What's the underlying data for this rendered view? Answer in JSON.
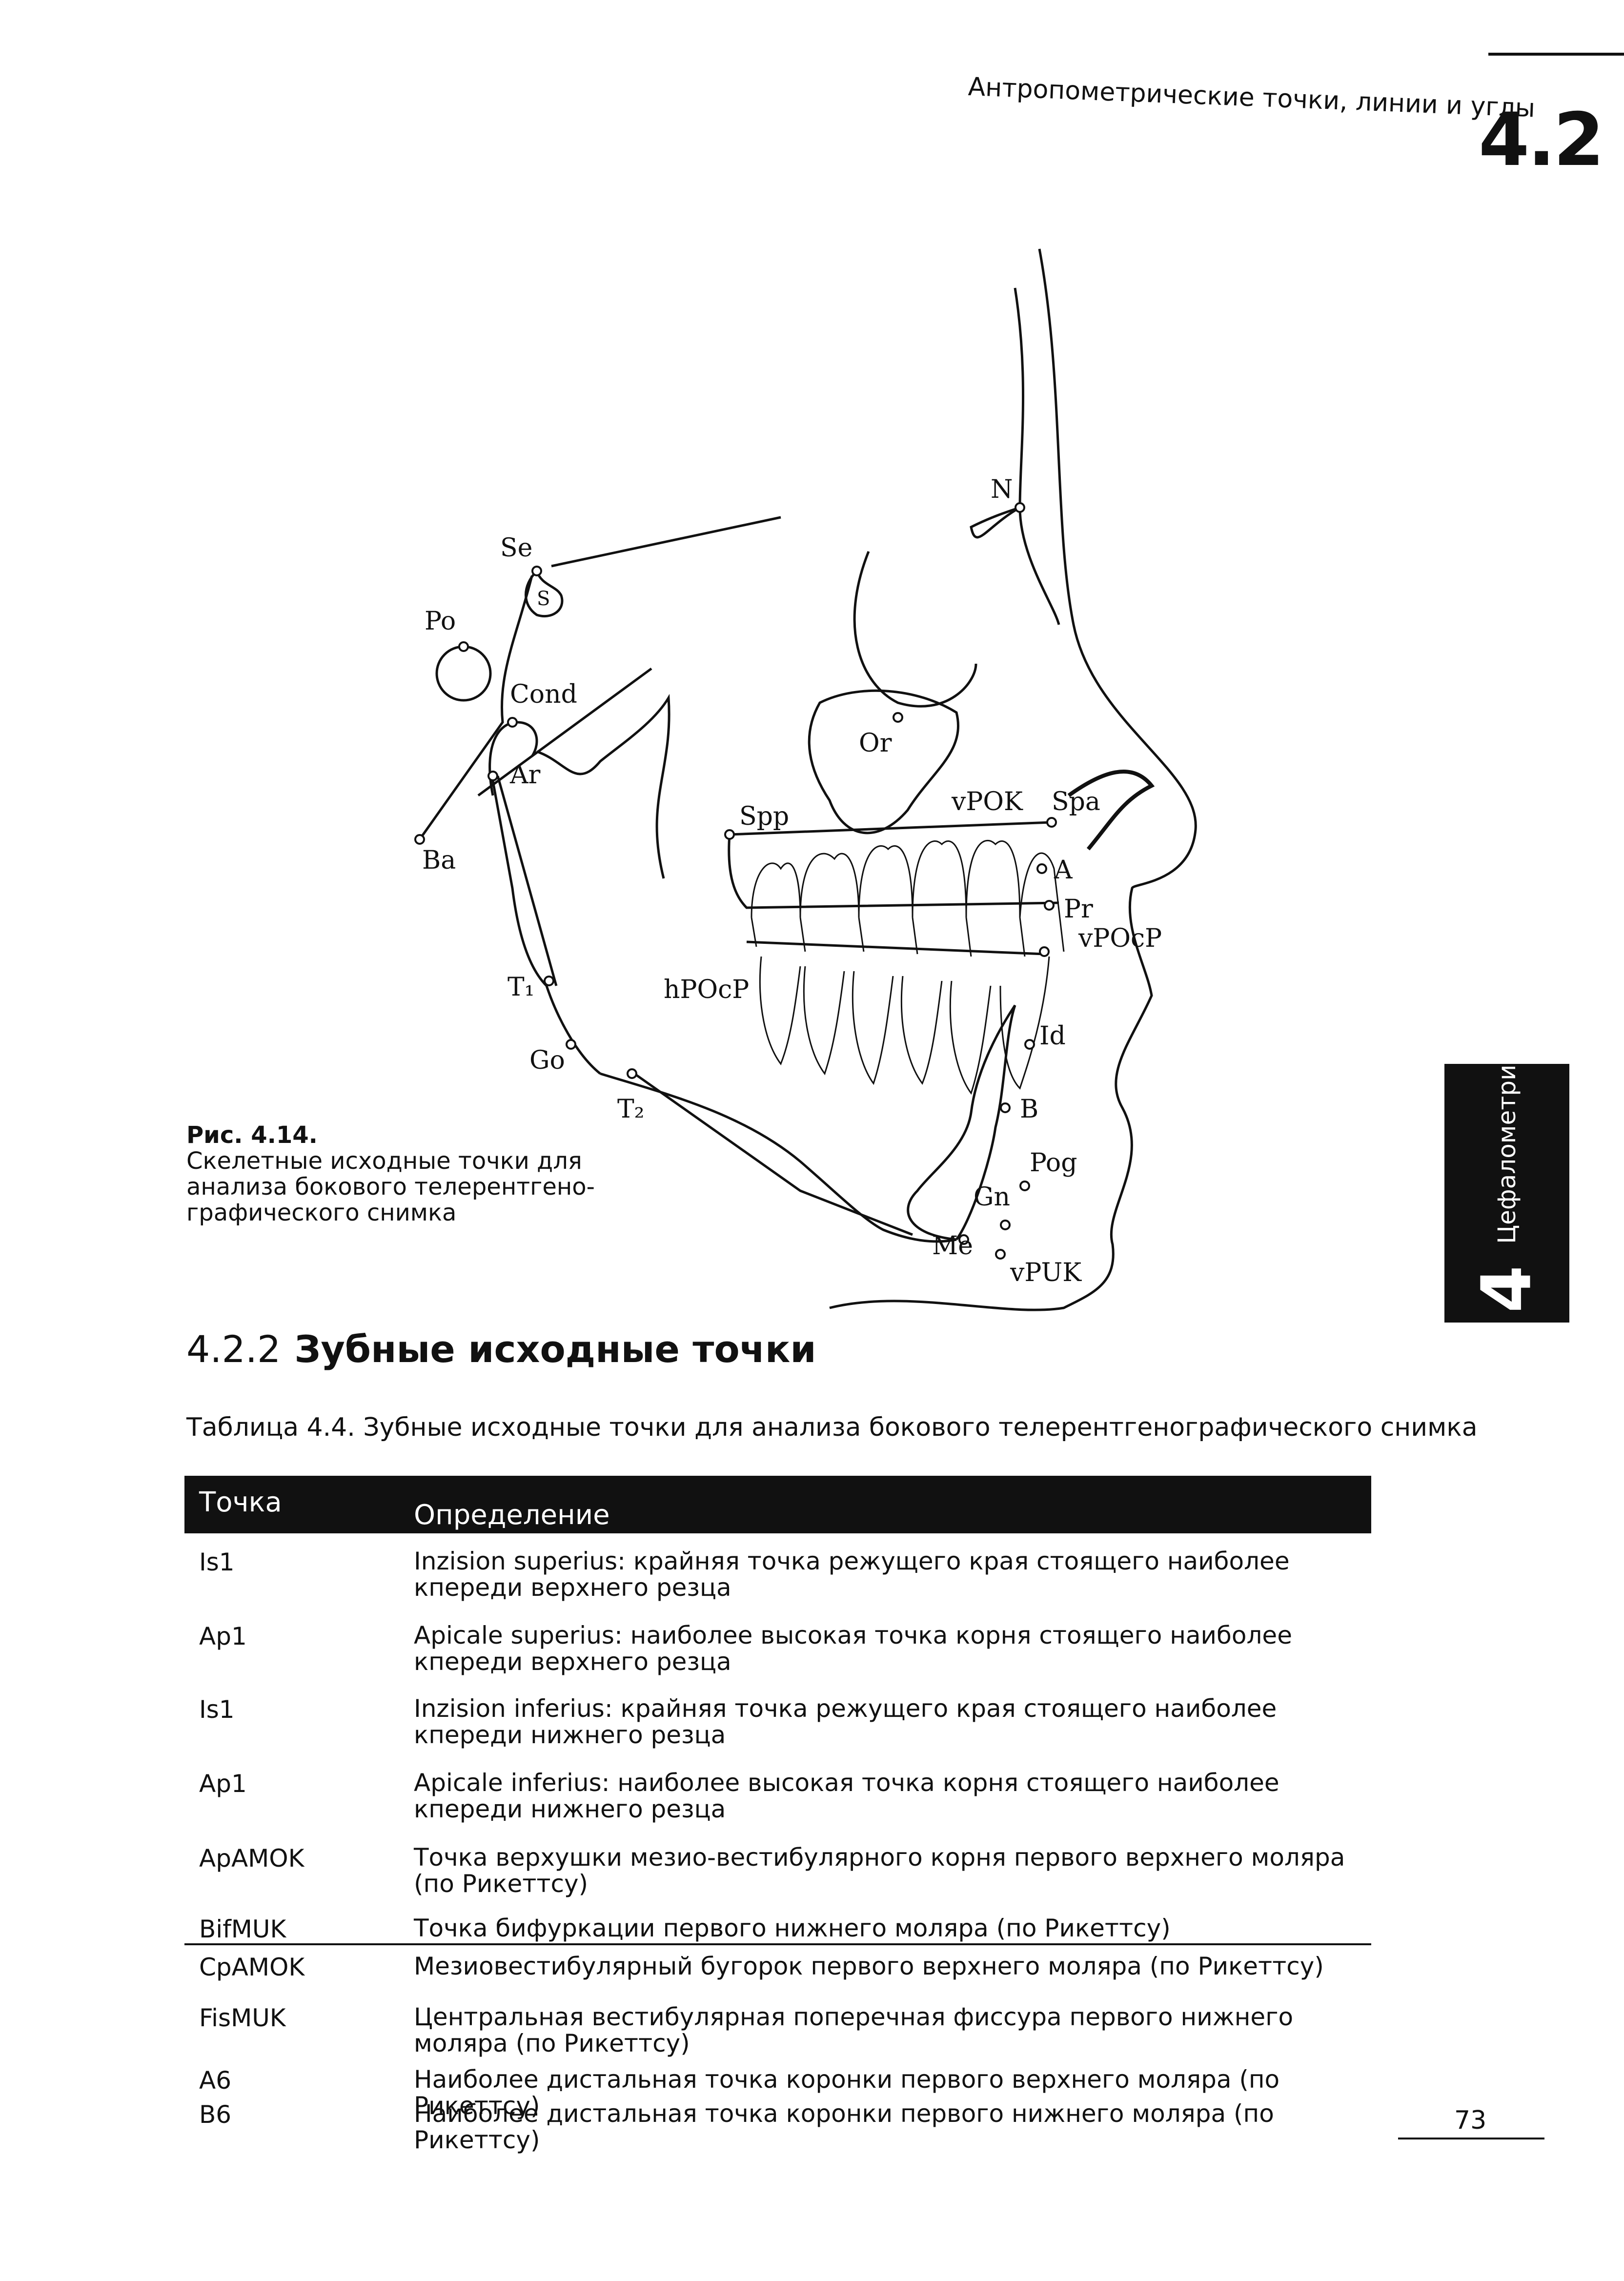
{
  "header": {
    "running_title": "Антропометрические точки, линии и углы",
    "section_number": "4.2"
  },
  "figure": {
    "labels": {
      "se": "Se",
      "s": "S",
      "po": "Po",
      "cond": "Cond",
      "ar": "Ar",
      "ba": "Ba",
      "n": "N",
      "or": "Or",
      "spp": "Spp",
      "vpok": "vPOK",
      "spa": "Spa",
      "a": "A",
      "pr": "Pr",
      "vpocp": "vPOcP",
      "hpocp": "hPOcP",
      "t1": "T₁",
      "go": "Go",
      "t2": "T₂",
      "id": "Id",
      "b": "B",
      "pog": "Pog",
      "gn": "Gn",
      "me": "Me",
      "vpuk": "vPUK"
    },
    "caption_label": "Рис. 4.14.",
    "caption_lines": [
      "Скелетные исходные точки для",
      "анализа бокового телерентгено-",
      "графического снимка"
    ]
  },
  "side_tab": {
    "label": "Цефалометрия",
    "number": "4"
  },
  "section": {
    "number": "4.2.2",
    "title": "Зубные исходные точки"
  },
  "table": {
    "title": "Таблица 4.4. Зубные исходные точки для анализа бокового телерентгенографического снимка",
    "columns": [
      "Точка",
      "Определение"
    ],
    "rows": [
      {
        "code": "Is1",
        "definition": "Inzision superius: крайняя точка режущего края стоящего наиболее кпереди верхнего резца"
      },
      {
        "code": "Ap1",
        "definition": "Apicale superius: наиболее высокая точка корня стоящего наиболее кпереди верхнего резца"
      },
      {
        "code": "Is1",
        "definition": "Inzision inferius: крайняя точка режущего края стоящего наиболее кпереди нижнего резца"
      },
      {
        "code": "Ap1",
        "definition": "Apicale inferius: наиболее высокая точка корня стоящего наиболее кпереди нижнего резца"
      },
      {
        "code": "ApAMOK",
        "definition": "Точка верхушки мезио-вестибулярного корня первого верхнего моляра (по Рикеттсу)"
      },
      {
        "code": "BifMUK",
        "definition": "Точка бифуркации первого нижнего моляра (по Рикеттсу)"
      },
      {
        "code": "CpAMOK",
        "definition": "Мезиовестибулярный бугорок первого верхнего моляра (по Рикеттсу)"
      },
      {
        "code": "FisMUK",
        "definition": "Центральная вестибулярная поперечная фиссура первого нижнего моляра (по Рикеттсу)"
      },
      {
        "code": "A6",
        "definition": "Наиболее дистальная точка коронки первого верхнего моляра (по Рикеттсу)"
      },
      {
        "code": "B6",
        "definition": "Наиболее дистальная точка коронки первого нижнего моляра (по Рикеттсу)"
      }
    ]
  },
  "footer": {
    "page_number": "73"
  }
}
